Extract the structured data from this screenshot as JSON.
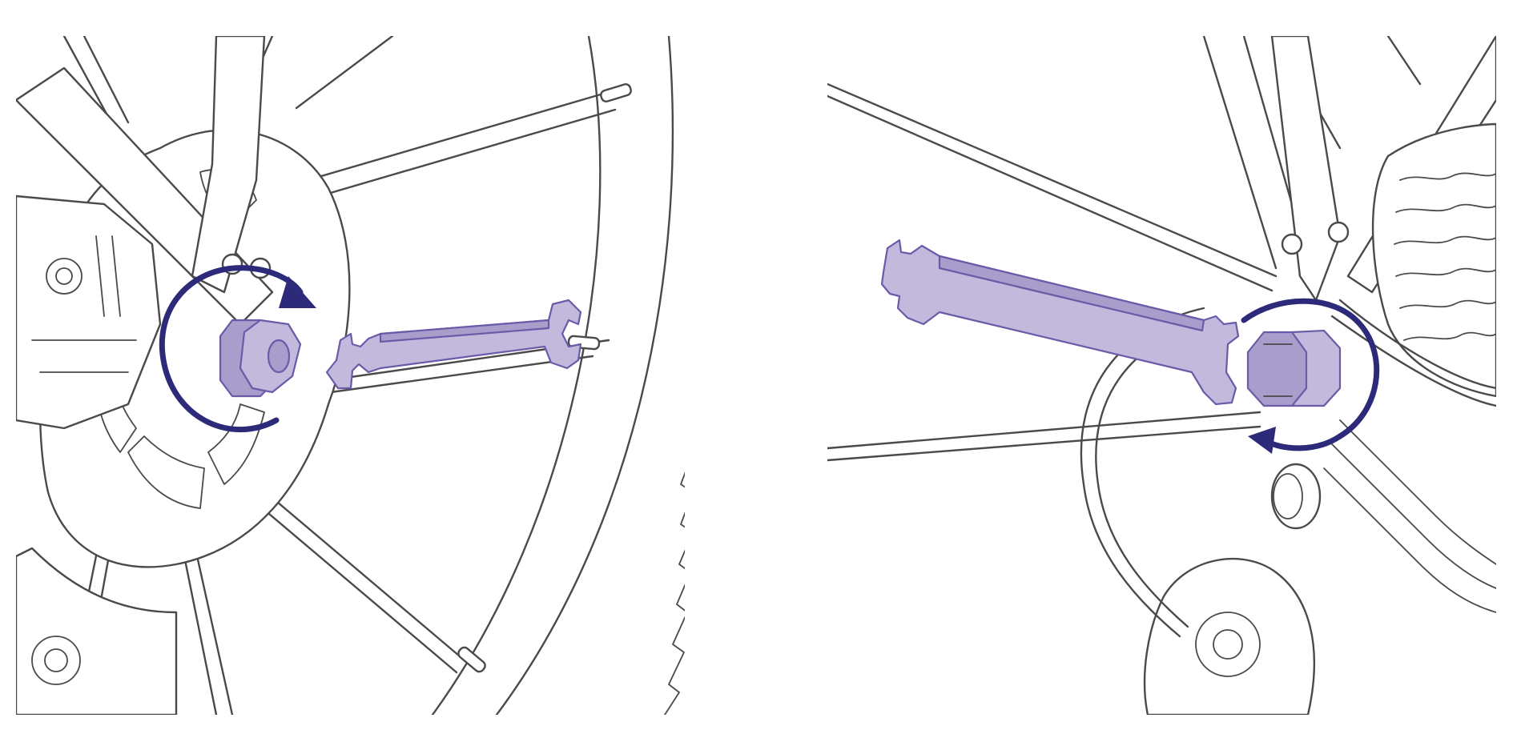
{
  "figure": {
    "panels": [
      {
        "id": "front",
        "subject": "front-wheel-axle"
      },
      {
        "id": "rear",
        "subject": "rear-wheel-axle"
      }
    ],
    "colors": {
      "line_art": "#4a4a4a",
      "tool_fill": "#c3b9dc",
      "tool_stroke": "#6a5aa8",
      "rotation_arrow": "#2e2a7a",
      "background": "#ffffff"
    },
    "icons": [
      "wrench-icon",
      "axle-nut-icon",
      "rotation-arrow-icon"
    ]
  }
}
